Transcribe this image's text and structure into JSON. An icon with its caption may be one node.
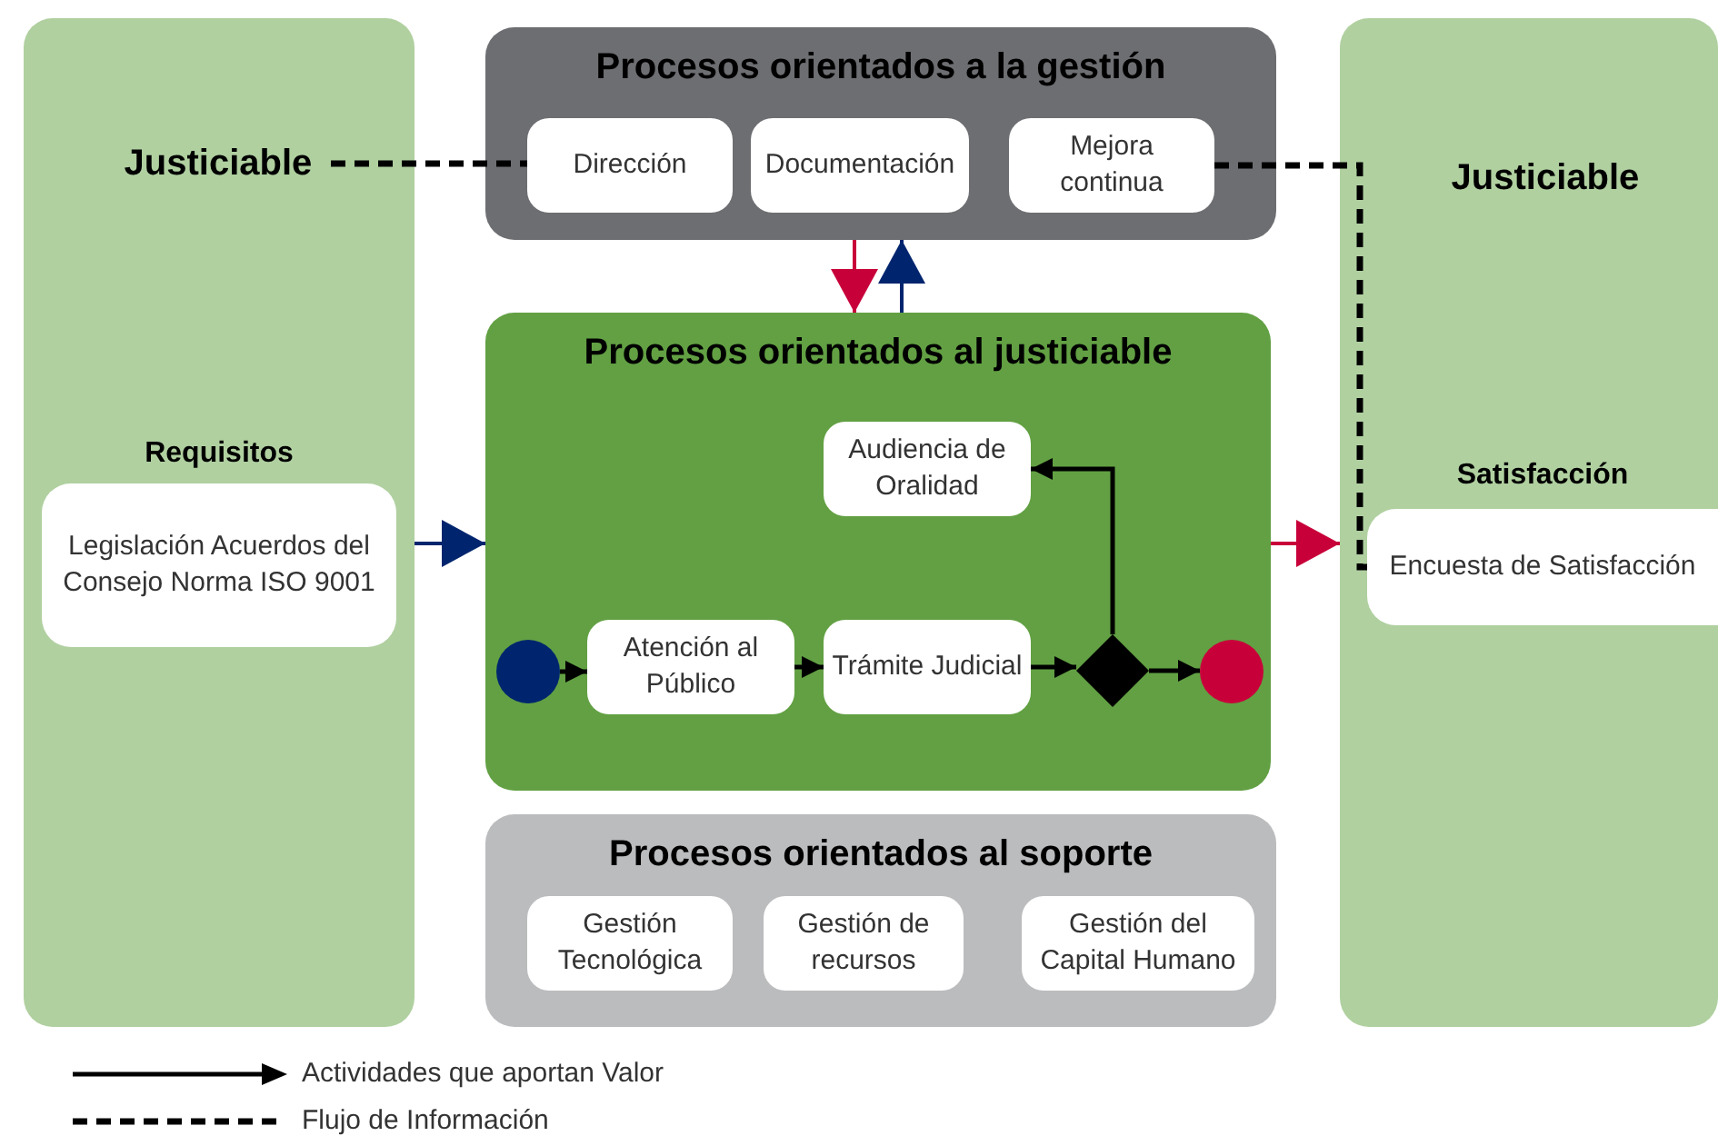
{
  "diagram": {
    "nodes": [
      {
        "text": [],
        "shape": "box"
      },
      {
        "text": [
          "Justiciable"
        ],
        "in": 0
      },
      {
        "text": [
          "Requisitos",
          "Legislación Acuerdos del Consejo Norma ISO 9001"
        ],
        "in": 0
      },
      {
        "text": [
          "Procesos orientados a la gestión"
        ]
      },
      {
        "text": [
          "Dirección"
        ],
        "in": 3
      },
      {
        "text": [
          "Documentación"
        ],
        "in": 3
      },
      {
        "text": [
          "Mejora continua"
        ],
        "in": 3
      },
      {
        "text": [
          "Procesos orientados al justiciable"
        ]
      },
      {
        "text": [
          "Audiencia de Oralidad"
        ],
        "in": 7
      },
      {
        "text": [],
        "shape": "circle",
        "in": 7
      },
      {
        "text": [
          "Atención al Público"
        ],
        "in": 7
      },
      {
        "text": [
          "Trámite Judicial"
        ],
        "in": 7
      },
      {
        "text": [],
        "shape": "diamond",
        "in": 7
      },
      {
        "text": [],
        "shape": "circle",
        "in": 7
      },
      {
        "text": [
          "Procesos orientados al soporte"
        ]
      },
      {
        "text": [
          "Gestión Tecnológica"
        ],
        "in": 14
      },
      {
        "text": [
          "Gestión de recursos"
        ],
        "in": 14
      },
      {
        "text": [
          "Gestión del Capital Humano"
        ],
        "in": 14
      },
      {
        "text": [],
        "shape": "box"
      },
      {
        "text": [
          "Justiciable"
        ],
        "in": 18
      },
      {
        "text": [
          "Satisfacción",
          "Encuesta de Satisfacción"
        ],
        "in": 18
      }
    ],
    "edges": [
      {
        "from": 1,
        "to": 4,
        "arrow": "none",
        "style": "dashed"
      },
      {
        "from": 6,
        "to": 20,
        "arrow": "none",
        "style": "dashed"
      },
      {
        "from": 9,
        "to": 10,
        "arrow": "to"
      },
      {
        "from": 10,
        "to": 11,
        "arrow": "to"
      },
      {
        "from": 11,
        "to": 12,
        "arrow": "to"
      },
      {
        "from": 12,
        "to": 13,
        "arrow": "to"
      },
      {
        "from": 12,
        "to": 8,
        "arrow": "to"
      },
      {
        "from": 0,
        "to": 7,
        "arrow": "to",
        "color": "#00256e"
      },
      {
        "from": 3,
        "to": 7,
        "arrow": "to",
        "color": "#c8003a"
      },
      {
        "from": 7,
        "to": 3,
        "arrow": "to",
        "color": "#00256e"
      },
      {
        "from": 7,
        "to": 18,
        "arrow": "to",
        "color": "#c8003a"
      }
    ],
    "legend": [
      {
        "text": "Actividades que aportan Valor"
      },
      {
        "text": "Flujo de Información"
      }
    ]
  }
}
